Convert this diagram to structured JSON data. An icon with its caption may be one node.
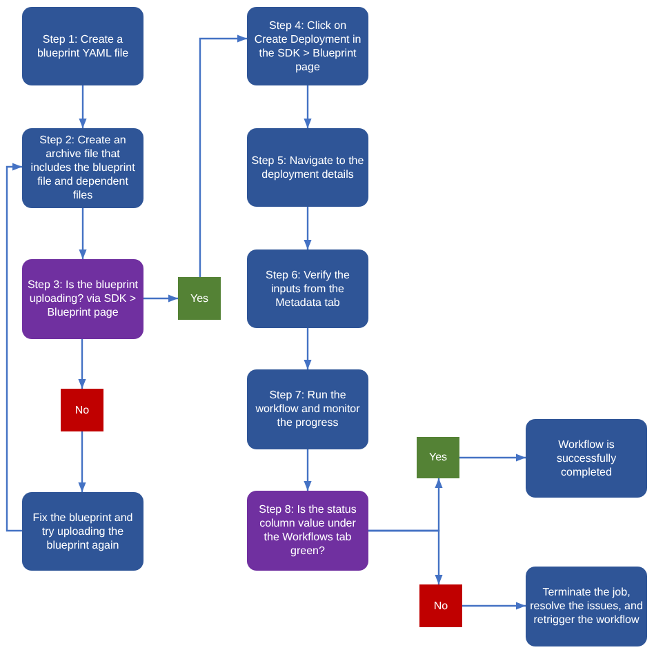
{
  "diagram": {
    "nodes": [
      {
        "text": [
          "Step 1: Create a blueprint YAML file"
        ]
      },
      {
        "text": [
          "Step 2: Create an archive file that includes the blueprint file and dependent files"
        ]
      },
      {
        "text": [
          "Step 3: Is the blueprint uploading? via SDK > Blueprint page"
        ]
      },
      {
        "text": [
          "Yes"
        ]
      },
      {
        "text": [
          "No"
        ]
      },
      {
        "text": [
          "Fix the blueprint and try uploading the blueprint again"
        ]
      },
      {
        "text": [
          "Step 4: Click on Create Deployment in the SDK > Blueprint page"
        ]
      },
      {
        "text": [
          "Step 5: Navigate to the deployment details"
        ]
      },
      {
        "text": [
          "Step 6: Verify the inputs from the Metadata tab"
        ]
      },
      {
        "text": [
          "Step 7: Run the workflow and monitor the progress"
        ]
      },
      {
        "text": [
          "Step 8: Is the status column value under the Workflows tab green?"
        ]
      },
      {
        "text": [
          "Yes"
        ]
      },
      {
        "text": [
          "Workflow is successfully completed"
        ]
      },
      {
        "text": [
          "No"
        ]
      },
      {
        "text": [
          "Terminate the job, resolve the issues, and retrigger the workflow"
        ]
      }
    ],
    "edges": [
      {
        "from": 0,
        "to": 1,
        "arrow": "to"
      },
      {
        "from": 1,
        "to": 2,
        "arrow": "to"
      },
      {
        "from": 2,
        "to": 3,
        "arrow": "to"
      },
      {
        "from": 3,
        "to": 6,
        "arrow": "to"
      },
      {
        "from": 2,
        "to": 4,
        "arrow": "to"
      },
      {
        "from": 4,
        "to": 5,
        "arrow": "to"
      },
      {
        "from": 5,
        "to": 1,
        "arrow": "to"
      },
      {
        "from": 6,
        "to": 7,
        "arrow": "to"
      },
      {
        "from": 7,
        "to": 8,
        "arrow": "to"
      },
      {
        "from": 8,
        "to": 9,
        "arrow": "to"
      },
      {
        "from": 9,
        "to": 10,
        "arrow": "to"
      },
      {
        "from": 10,
        "to": 11,
        "arrow": "to"
      },
      {
        "from": 10,
        "to": 13,
        "arrow": "to"
      },
      {
        "from": 11,
        "to": 12,
        "arrow": "to"
      },
      {
        "from": 13,
        "to": 14,
        "arrow": "to"
      }
    ]
  }
}
